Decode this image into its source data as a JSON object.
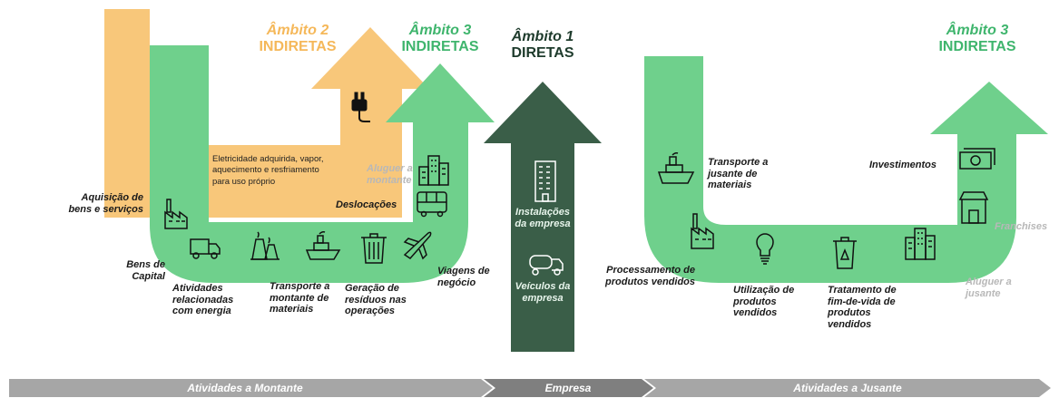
{
  "headers": {
    "ambito2": {
      "label": "Âmbito 2",
      "sub": "INDIRETAS",
      "color": "#f5b85a"
    },
    "ambito3_left": {
      "label": "Âmbito 3",
      "sub": "INDIRETAS",
      "color": "#3fb56d"
    },
    "ambito1": {
      "label": "Âmbito 1",
      "sub": "DIRETAS",
      "color": "#1e3b2c"
    },
    "ambito3_right": {
      "label": "Âmbito 3",
      "sub": "INDIRETAS",
      "color": "#3fb56d"
    }
  },
  "upstream": {
    "aquisicao": "Aquisição de bens e serviços",
    "bens_capital": "Bens de Capital",
    "atividades_energia": "Atividades relacionadas com energia",
    "transporte_montante": "Transporte a montante de materiais",
    "residuos": "Geração de resíduos nas operações",
    "viagens": "Viagens de negócio",
    "deslocacoes": "Deslocações",
    "aluguer_montante": "Aluguer a montante",
    "eletricidade": "Eletricidade adquirida, vapor, aquecimento e resfriamento para uso próprio"
  },
  "company": {
    "instalacoes": "Instalações da empresa",
    "veiculos": "Veículos da empresa"
  },
  "downstream": {
    "transporte_jusante": "Transporte a jusante de materiais",
    "investimentos": "Investimentos",
    "franchises": "Franchises",
    "aluguer_jusante": "Aluguer a jusante",
    "processamento": "Processamento de produtos vendidos",
    "utilizacao": "Utilização de produtos vendidos",
    "tratamento": "Tratamento de fim-de-vida de produtos vendidos"
  },
  "bottom_bar": {
    "montante": "Atividades a Montante",
    "empresa": "Empresa",
    "jusante": "Atividades a Jusante"
  },
  "colors": {
    "orange": "#f8c77a",
    "green": "#6fd08c",
    "dark_green": "#3a5e48",
    "bar_grey": "#a6a6a6",
    "bar_dark": "#7f7f7f"
  },
  "icons": [
    "factory-icon",
    "truck-icon",
    "power-plant-icon",
    "ship-icon",
    "trash-bin-icon",
    "airplane-icon",
    "bus-icon",
    "city-buildings-icon",
    "plug-icon",
    "office-building-icon",
    "tank-truck-icon",
    "light-bulb-icon",
    "recycle-bin-icon",
    "money-icon",
    "store-icon"
  ]
}
